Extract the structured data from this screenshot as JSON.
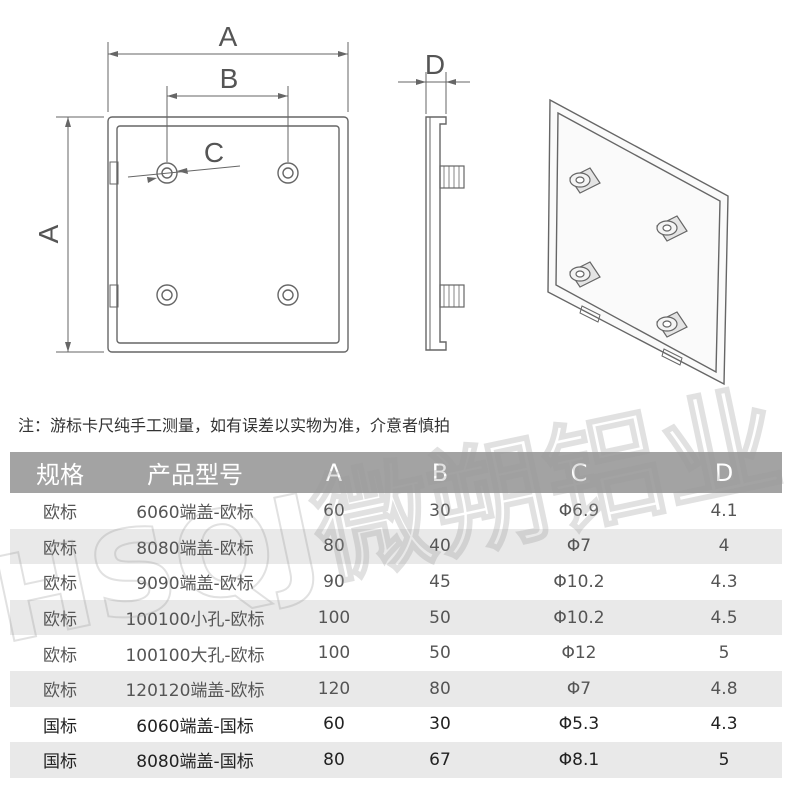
{
  "drawing": {
    "dim_labels": {
      "a_top": "A",
      "b": "B",
      "c": "C",
      "a_side": "A",
      "d": "D"
    }
  },
  "note": "注：游标卡尺纯手工测量，如有误差以实物为准，介意者慎拍",
  "table": {
    "headers": [
      "规格",
      "产品型号",
      "A",
      "B",
      "C",
      "D"
    ],
    "rows": [
      [
        "欧标",
        "6060端盖-欧标",
        "60",
        "30",
        "Φ6.9",
        "4.1"
      ],
      [
        "欧标",
        "8080端盖-欧标",
        "80",
        "40",
        "Φ7",
        "4"
      ],
      [
        "欧标",
        "9090端盖-欧标",
        "90",
        "45",
        "Φ10.2",
        "4.3"
      ],
      [
        "欧标",
        "100100小孔-欧标",
        "100",
        "50",
        "Φ10.2",
        "4.5"
      ],
      [
        "欧标",
        "100100大孔-欧标",
        "100",
        "50",
        "Φ12",
        "5"
      ],
      [
        "欧标",
        "120120端盖-欧标",
        "120",
        "80",
        "Φ7",
        "4.8"
      ],
      [
        "国标",
        "6060端盖-国标",
        "60",
        "30",
        "Φ5.3",
        "4.3"
      ],
      [
        "国标",
        "8080端盖-国标",
        "80",
        "67",
        "Φ8.1",
        "5"
      ]
    ]
  },
  "watermark": "HSQJ微朔铝业",
  "colors": {
    "header_bg": "#a3a3a3",
    "row_shade": "#e9e9e9",
    "line": "#666666"
  }
}
